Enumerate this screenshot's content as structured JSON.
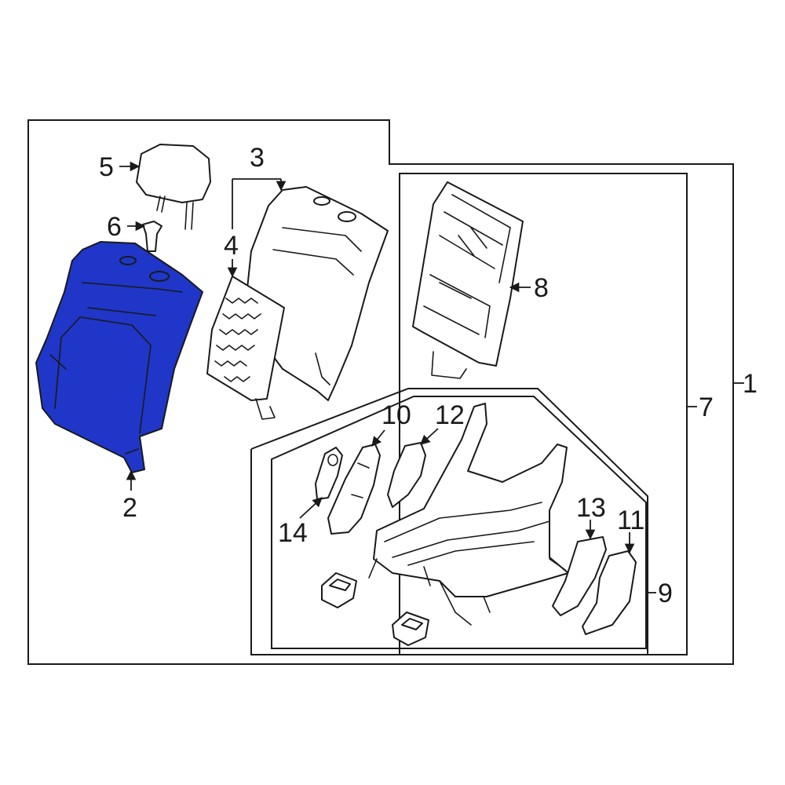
{
  "diagram": {
    "highlight_color": "#1f36c8",
    "line_color": "#1a1a1a",
    "background_color": "#ffffff",
    "callouts": {
      "c1": "1",
      "c2": "2",
      "c3": "3",
      "c4": "4",
      "c5": "5",
      "c6": "6",
      "c7": "7",
      "c8": "8",
      "c9": "9",
      "c10": "10",
      "c11": "11",
      "c12": "12",
      "c13": "13",
      "c14": "14"
    },
    "highlighted_part": "2"
  }
}
